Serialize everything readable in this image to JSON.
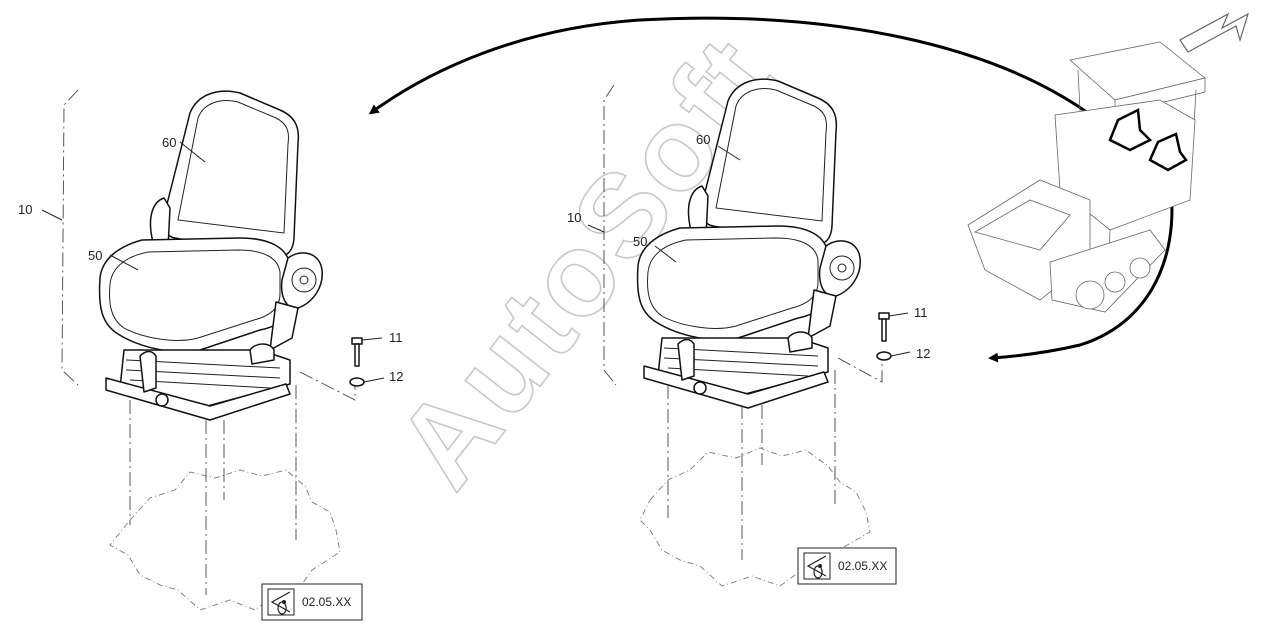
{
  "watermark": {
    "text": "AutoSoft"
  },
  "left_seat": {
    "callouts": {
      "c10": "10",
      "c60": "60",
      "c50": "50",
      "c11": "11",
      "c12": "12"
    },
    "view_ref": {
      "text": "02.05.XX",
      "icon": "eye-icon"
    }
  },
  "right_seat": {
    "callouts": {
      "c10": "10",
      "c60": "60",
      "c50": "50",
      "c11": "11",
      "c12": "12"
    },
    "view_ref": {
      "text": "02.05.XX",
      "icon": "eye-icon"
    }
  },
  "machine": {
    "icon": "paver-machine-icon",
    "view_direction_icon": "view-direction-arrow-icon"
  }
}
